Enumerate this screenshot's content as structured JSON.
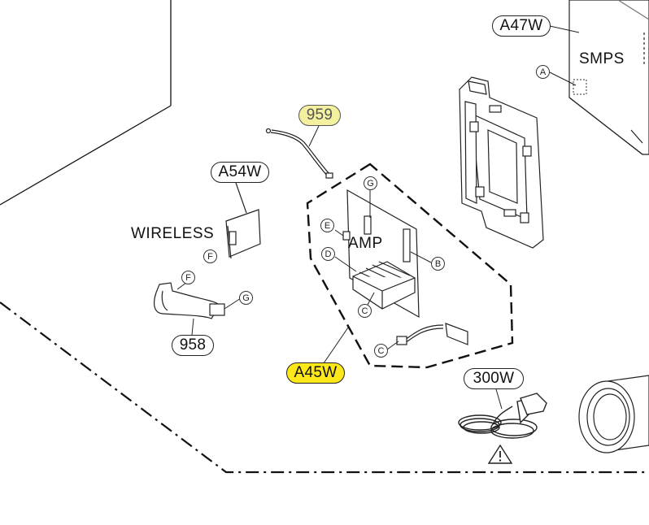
{
  "parts": {
    "a47w": "A47W",
    "a54w": "A54W",
    "p959": "959",
    "p958": "958",
    "a45w": "A45W",
    "p300w": "300W"
  },
  "labels": {
    "smps": "SMPS",
    "wireless": "WIRELESS",
    "amp": "AMP"
  },
  "connectors": {
    "a": "A",
    "b": "B",
    "c": "C",
    "d": "D",
    "e": "E",
    "f": "F",
    "g": "G"
  },
  "icons": {
    "warning": "warning-triangle-icon"
  },
  "colors": {
    "highlight": "#ffe81a",
    "highlight_pale": "#f3f0a0",
    "line": "#111111"
  }
}
